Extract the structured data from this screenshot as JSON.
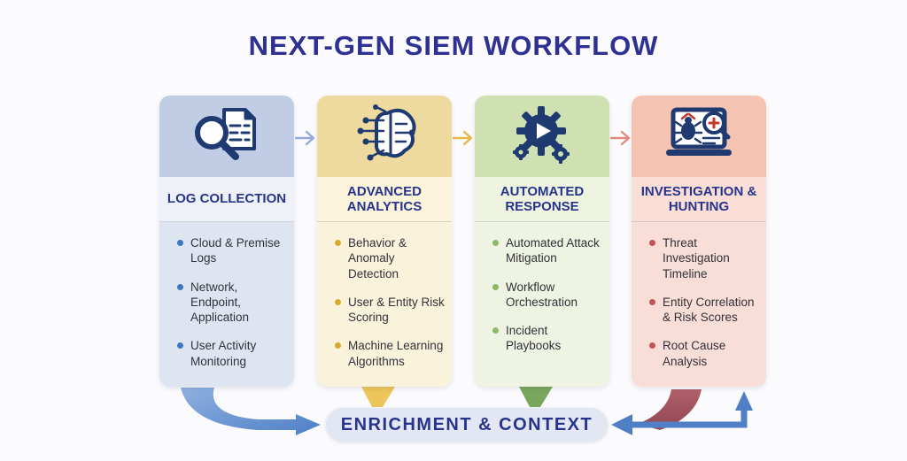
{
  "title": "NEXT-GEN SIEM WORKFLOW",
  "columns": [
    {
      "id": "log-collection",
      "label": "LOG COLLECTION",
      "icon": "magnifier-documents-icon",
      "items": [
        "Cloud & Premise Logs",
        "Network, Endpoint, Application",
        "User Activity Monitoring"
      ],
      "colors": {
        "icon_bg": "#c0cde4",
        "label_bg": "#eef1f8",
        "body_bg": "#dee5f1",
        "bullet": "#3d77c2"
      }
    },
    {
      "id": "advanced-analytics",
      "label": "ADVANCED ANALYTICS",
      "icon": "ai-brain-circuit-icon",
      "items": [
        "Behavior & Anomaly Detection",
        "User & Entity Risk Scoring",
        "Machine Learning Algorithms"
      ],
      "colors": {
        "icon_bg": "#eeda9f",
        "label_bg": "#fbf3da",
        "body_bg": "#faf3dc",
        "bullet": "#d8a92c"
      }
    },
    {
      "id": "automated-response",
      "label": "AUTOMATED RESPONSE",
      "icon": "gear-play-icon",
      "items": [
        "Automated Attack Mitigation",
        "Workflow Orchestration",
        "Incident Playbooks"
      ],
      "colors": {
        "icon_bg": "#cfe0b3",
        "label_bg": "#eff4e1",
        "body_bg": "#eef3e2",
        "bullet": "#8cb868"
      }
    },
    {
      "id": "investigation-hunting",
      "label": "INVESTIGATION & HUNTING",
      "icon": "laptop-bug-magnifier-icon",
      "items": [
        "Threat Investigation Timeline",
        "Entity Correlation & Risk Scores",
        "Root Cause Analysis"
      ],
      "colors": {
        "icon_bg": "#f5c3b2",
        "label_bg": "#fbdfd7",
        "body_bg": "#f9ded7",
        "bullet": "#bf5555"
      }
    }
  ],
  "flow_arrows": [
    {
      "from": "LOG COLLECTION",
      "to": "ADVANCED ANALYTICS",
      "color": "#94aadf"
    },
    {
      "from": "ADVANCED ANALYTICS",
      "to": "AUTOMATED RESPONSE",
      "color": "#e5b94e"
    },
    {
      "from": "AUTOMATED RESPONSE",
      "to": "INVESTIGATION & HUNTING",
      "color": "#e18a80"
    }
  ],
  "connectors": [
    {
      "name": "log-collection-to-enrichment",
      "type": "curved-arrow",
      "color": "#4f7fc6"
    },
    {
      "name": "advanced-analytics-to-enrichment",
      "type": "taper-down",
      "color": "#ecc65a"
    },
    {
      "name": "automated-response-to-enrichment",
      "type": "taper-down",
      "color": "#79a65c"
    },
    {
      "name": "investigation-swoosh",
      "type": "curved",
      "color": "#a85560"
    },
    {
      "name": "enrichment-investigation-loop",
      "type": "elbow-arrow",
      "color": "#4f7fc6"
    }
  ],
  "footer": {
    "label": "ENRICHMENT & CONTEXT",
    "bg": "#e3e7f3",
    "text_color": "#27348b"
  }
}
